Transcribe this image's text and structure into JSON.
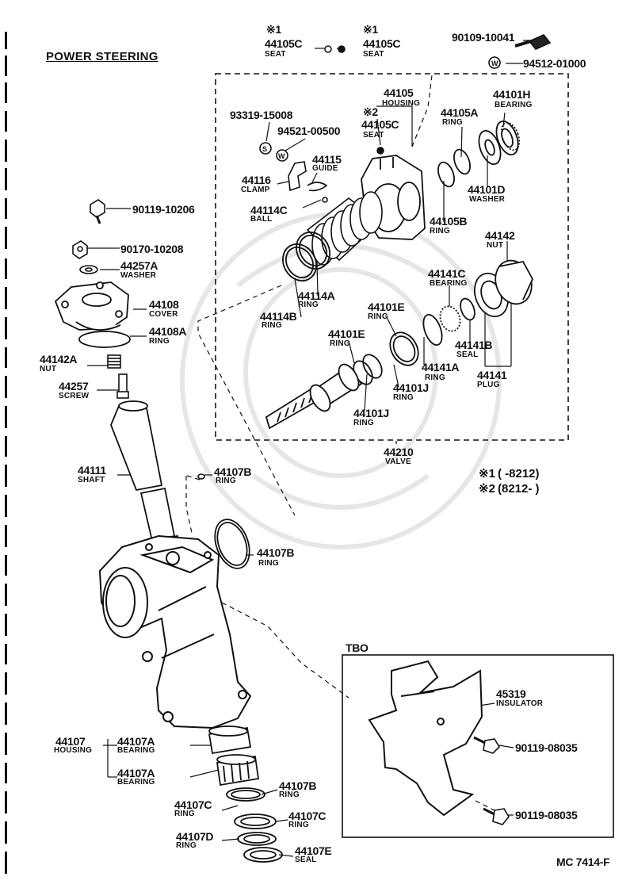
{
  "diagram": {
    "title": "POWER STEERING",
    "figure_id": "MC 7414-F",
    "notes": {
      "n1_mark": "※1",
      "n1_range": "(      -8212)",
      "n2_mark": "※2",
      "n2_range": "(8212-      )"
    },
    "tbo_label": "TBO",
    "parts": {
      "seat_a": {
        "mark": "※1",
        "num": "44105C",
        "name": "SEAT"
      },
      "seat_b": {
        "mark": "※1",
        "num": "44105C",
        "name": "SEAT"
      },
      "bolt_top": {
        "num": "90109-10041"
      },
      "washer_top": {
        "num": "94512-01000"
      },
      "housing": {
        "num": "44105",
        "name": "HOUSING"
      },
      "seat_c": {
        "mark": "※2",
        "num": "44105C",
        "name": "SEAT"
      },
      "p93319": {
        "num": "93319-15008"
      },
      "p94521": {
        "num": "94521-00500"
      },
      "guide": {
        "num": "44115",
        "name": "GUIDE"
      },
      "clamp": {
        "num": "44116",
        "name": "CLAMP"
      },
      "ball": {
        "num": "44114C",
        "name": "BALL"
      },
      "ring_105a": {
        "num": "44105A",
        "name": "RING"
      },
      "bearing_101h": {
        "num": "44101H",
        "name": "BEARING"
      },
      "washer_101d": {
        "num": "44101D",
        "name": "WASHER"
      },
      "ring_105b": {
        "num": "44105B",
        "name": "RING"
      },
      "nut_142": {
        "num": "44142",
        "name": "NUT"
      },
      "ring_114a": {
        "num": "44114A",
        "name": "RING"
      },
      "ring_114b": {
        "num": "44114B",
        "name": "RING"
      },
      "bearing_141c": {
        "num": "44141C",
        "name": "BEARING"
      },
      "ring_101e_a": {
        "num": "44101E",
        "name": "RING"
      },
      "ring_101e_b": {
        "num": "44101E",
        "name": "RING"
      },
      "seal_141b": {
        "num": "44141B",
        "name": "SEAL"
      },
      "ring_141a": {
        "num": "44141A",
        "name": "RING"
      },
      "plug_141": {
        "num": "44141",
        "name": "PLUG"
      },
      "ring_101j_a": {
        "num": "44101J",
        "name": "RING"
      },
      "ring_101j_b": {
        "num": "44101J",
        "name": "RING"
      },
      "valve": {
        "num": "44210",
        "name": "VALVE"
      },
      "bolt_90119_10206": {
        "num": "90119-10206"
      },
      "nut_90170": {
        "num": "90170-10208"
      },
      "washer_257a": {
        "num": "44257A",
        "name": "WASHER"
      },
      "cover": {
        "num": "44108",
        "name": "COVER"
      },
      "ring_108a": {
        "num": "44108A",
        "name": "RING"
      },
      "nut_142a": {
        "num": "44142A",
        "name": "NUT"
      },
      "screw_257": {
        "num": "44257",
        "name": "SCREW"
      },
      "shaft": {
        "num": "44111",
        "name": "SHAFT"
      },
      "ring_107b_a": {
        "num": "44107B",
        "name": "RING"
      },
      "ring_107b_b": {
        "num": "44107B",
        "name": "RING"
      },
      "housing_107": {
        "num": "44107",
        "name": "HOUSING"
      },
      "bearing_107a_a": {
        "num": "44107A",
        "name": "BEARING"
      },
      "bearing_107a_b": {
        "num": "44107A",
        "name": "BEARING"
      },
      "ring_107b_c": {
        "num": "44107B",
        "name": "RING"
      },
      "ring_107c_a": {
        "num": "44107C",
        "name": "RING"
      },
      "ring_107c_b": {
        "num": "44107C",
        "name": "RING"
      },
      "ring_107d": {
        "num": "44107D",
        "name": "RING"
      },
      "seal_107e": {
        "num": "44107E",
        "name": "SEAL"
      },
      "insulator": {
        "num": "45319",
        "name": "INSULATOR"
      },
      "bolt_90119_08035_a": {
        "num": "90119-08035"
      },
      "bolt_90119_08035_b": {
        "num": "90119-08035"
      }
    }
  }
}
